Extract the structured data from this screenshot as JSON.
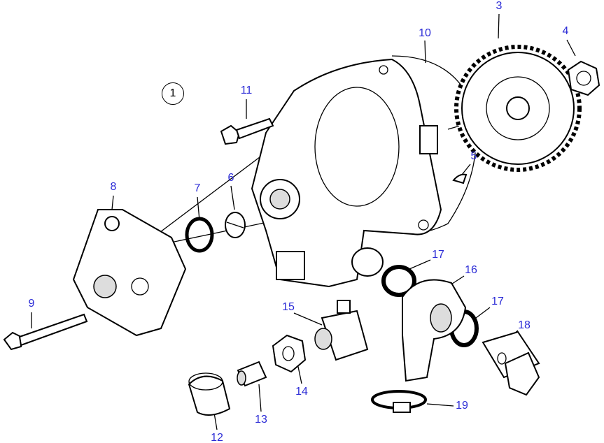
{
  "diagram_title_marker": "1",
  "callouts": [
    {
      "id": "3",
      "part": "gear"
    },
    {
      "id": "4",
      "part": "nut"
    },
    {
      "id": "5",
      "part": "key"
    },
    {
      "id": "6",
      "part": "coupling"
    },
    {
      "id": "7",
      "part": "o-ring"
    },
    {
      "id": "8",
      "part": "cover"
    },
    {
      "id": "9",
      "part": "long-bolt"
    },
    {
      "id": "10",
      "part": "gasket"
    },
    {
      "id": "11",
      "part": "bolt"
    },
    {
      "id": "12",
      "part": "cap"
    },
    {
      "id": "13",
      "part": "valve"
    },
    {
      "id": "14",
      "part": "nut-fitting"
    },
    {
      "id": "15",
      "part": "tee-fitting"
    },
    {
      "id": "16",
      "part": "banjo"
    },
    {
      "id": "17",
      "part": "sealing-washer-a"
    },
    {
      "id": "17",
      "part": "sealing-washer-b"
    },
    {
      "id": "18",
      "part": "banjo-bolt"
    },
    {
      "id": "19",
      "part": "hose-clamp"
    }
  ]
}
